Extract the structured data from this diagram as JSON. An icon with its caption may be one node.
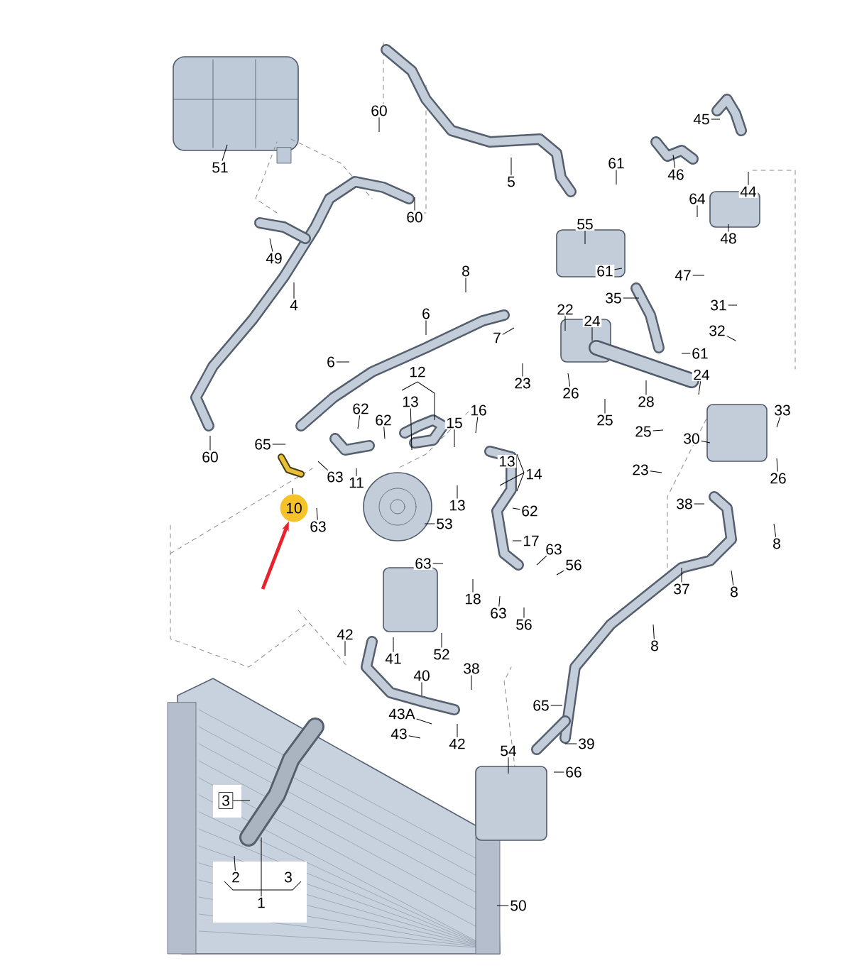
{
  "diagram": {
    "nodes": [
      {
        "text": [
          "51"
        ]
      },
      {
        "text": [
          "60"
        ]
      },
      {
        "text": [
          "60"
        ]
      },
      {
        "text": [
          "49"
        ]
      },
      {
        "text": [
          "4"
        ]
      },
      {
        "text": [
          "5"
        ]
      },
      {
        "text": [
          "61"
        ]
      },
      {
        "text": [
          "45"
        ]
      },
      {
        "text": [
          "46"
        ]
      },
      {
        "text": [
          "44"
        ]
      },
      {
        "text": [
          "55"
        ]
      },
      {
        "text": [
          "64"
        ]
      },
      {
        "text": [
          "48"
        ]
      },
      {
        "text": [
          "61"
        ]
      },
      {
        "text": [
          "47"
        ]
      },
      {
        "text": [
          "35"
        ]
      },
      {
        "text": [
          "31"
        ]
      },
      {
        "text": [
          "32"
        ]
      },
      {
        "text": [
          "8"
        ]
      },
      {
        "text": [
          "6"
        ]
      },
      {
        "text": [
          "7"
        ]
      },
      {
        "text": [
          "22"
        ]
      },
      {
        "text": [
          "24"
        ]
      },
      {
        "text": [
          "61"
        ]
      },
      {
        "text": [
          "6"
        ]
      },
      {
        "text": [
          "23"
        ]
      },
      {
        "text": [
          "26"
        ]
      },
      {
        "text": [
          "28"
        ]
      },
      {
        "text": [
          "24"
        ]
      },
      {
        "text": [
          "25"
        ]
      },
      {
        "text": [
          "25"
        ]
      },
      {
        "text": [
          "33"
        ]
      },
      {
        "text": [
          "30"
        ]
      },
      {
        "text": [
          "26"
        ]
      },
      {
        "text": [
          "23"
        ]
      },
      {
        "text": [
          "38"
        ]
      },
      {
        "text": [
          "8"
        ]
      },
      {
        "text": [
          "37"
        ]
      },
      {
        "text": [
          "8"
        ]
      },
      {
        "text": [
          "8"
        ]
      },
      {
        "text": [
          "60"
        ]
      },
      {
        "text": [
          "65"
        ]
      },
      {
        "text": [
          "62"
        ]
      },
      {
        "text": [
          "13"
        ]
      },
      {
        "text": [
          "62"
        ]
      },
      {
        "text": [
          "15"
        ]
      },
      {
        "text": [
          "16"
        ]
      },
      {
        "text": [
          "11"
        ]
      },
      {
        "text": [
          "63"
        ]
      },
      {
        "text": [
          "10"
        ]
      },
      {
        "text": [
          "63"
        ]
      },
      {
        "text": [
          "13"
        ]
      },
      {
        "text": [
          "53"
        ]
      },
      {
        "text": [
          "62"
        ]
      },
      {
        "text": [
          "17"
        ]
      },
      {
        "text": [
          "63"
        ]
      },
      {
        "text": [
          "56"
        ]
      },
      {
        "text": [
          "63"
        ]
      },
      {
        "text": [
          "18"
        ]
      },
      {
        "text": [
          "63"
        ]
      },
      {
        "text": [
          "56"
        ]
      },
      {
        "text": [
          "52"
        ]
      },
      {
        "text": [
          "42"
        ]
      },
      {
        "text": [
          "41"
        ]
      },
      {
        "text": [
          "40"
        ]
      },
      {
        "text": [
          "38"
        ]
      },
      {
        "text": [
          "43A"
        ]
      },
      {
        "text": [
          "43"
        ]
      },
      {
        "text": [
          "42"
        ]
      },
      {
        "text": [
          "65"
        ]
      },
      {
        "text": [
          "39"
        ]
      },
      {
        "text": [
          "54"
        ]
      },
      {
        "text": [
          "66"
        ]
      },
      {
        "text": [
          "50"
        ]
      },
      {
        "text": [
          "3"
        ]
      },
      {
        "text": [
          "2"
        ]
      }
    ],
    "edges": [
      {
        "from": 0,
        "to": null,
        "arrow": "none"
      },
      {
        "from": 1,
        "to": null,
        "arrow": "none"
      },
      {
        "from": 2,
        "to": null,
        "arrow": "none"
      },
      {
        "from": 3,
        "to": null,
        "arrow": "none"
      },
      {
        "from": 4,
        "to": null,
        "arrow": "none"
      },
      {
        "from": 5,
        "to": null,
        "arrow": "none"
      },
      {
        "from": 6,
        "to": null,
        "arrow": "none"
      },
      {
        "from": 7,
        "to": null,
        "arrow": "none"
      },
      {
        "from": 8,
        "to": null,
        "arrow": "none"
      },
      {
        "from": 9,
        "to": null,
        "arrow": "none"
      },
      {
        "from": 10,
        "to": null,
        "arrow": "none"
      },
      {
        "from": 11,
        "to": null,
        "arrow": "none"
      },
      {
        "from": 12,
        "to": null,
        "arrow": "none"
      },
      {
        "from": 13,
        "to": null,
        "arrow": "none"
      },
      {
        "from": 14,
        "to": null,
        "arrow": "none"
      },
      {
        "from": 15,
        "to": null,
        "arrow": "none"
      },
      {
        "from": 16,
        "to": null,
        "arrow": "none"
      },
      {
        "from": 17,
        "to": null,
        "arrow": "none"
      },
      {
        "from": 18,
        "to": null,
        "arrow": "none"
      },
      {
        "from": 19,
        "to": null,
        "arrow": "none"
      },
      {
        "from": 20,
        "to": null,
        "arrow": "none"
      },
      {
        "from": 21,
        "to": null,
        "arrow": "none"
      },
      {
        "from": 22,
        "to": null,
        "arrow": "none"
      },
      {
        "from": 23,
        "to": null,
        "arrow": "none"
      },
      {
        "from": 24,
        "to": null,
        "arrow": "none"
      },
      {
        "from": 25,
        "to": null,
        "arrow": "none"
      },
      {
        "from": 26,
        "to": null,
        "arrow": "none"
      },
      {
        "from": 27,
        "to": null,
        "arrow": "none"
      },
      {
        "from": 28,
        "to": null,
        "arrow": "none"
      },
      {
        "from": 29,
        "to": null,
        "arrow": "none"
      },
      {
        "from": 30,
        "to": null,
        "arrow": "none"
      },
      {
        "from": 31,
        "to": null,
        "arrow": "none"
      },
      {
        "from": 32,
        "to": null,
        "arrow": "none"
      },
      {
        "from": 33,
        "to": null,
        "arrow": "none"
      },
      {
        "from": 34,
        "to": null,
        "arrow": "none"
      },
      {
        "from": 35,
        "to": null,
        "arrow": "none"
      },
      {
        "from": 36,
        "to": null,
        "arrow": "none"
      },
      {
        "from": 37,
        "to": null,
        "arrow": "none"
      },
      {
        "from": 38,
        "to": null,
        "arrow": "none"
      },
      {
        "from": 39,
        "to": null,
        "arrow": "none"
      },
      {
        "from": 40,
        "to": null,
        "arrow": "none"
      },
      {
        "from": 41,
        "to": null,
        "arrow": "none"
      },
      {
        "from": 42,
        "to": null,
        "arrow": "none"
      },
      {
        "from": 43,
        "to": null,
        "arrow": "none"
      },
      {
        "from": 44,
        "to": null,
        "arrow": "none"
      },
      {
        "from": 45,
        "to": null,
        "arrow": "none"
      },
      {
        "from": 46,
        "to": null,
        "arrow": "none"
      },
      {
        "from": 47,
        "to": null,
        "arrow": "none"
      },
      {
        "from": 48,
        "to": null,
        "arrow": "none"
      },
      {
        "from": 49,
        "to": null,
        "arrow": "none"
      },
      {
        "from": 50,
        "to": null,
        "arrow": "none"
      },
      {
        "from": 51,
        "to": null,
        "arrow": "none"
      },
      {
        "from": 52,
        "to": null,
        "arrow": "none"
      },
      {
        "from": 53,
        "to": null,
        "arrow": "none"
      },
      {
        "from": 54,
        "to": null,
        "arrow": "none"
      },
      {
        "from": 55,
        "to": null,
        "arrow": "none"
      },
      {
        "from": 56,
        "to": null,
        "arrow": "none"
      },
      {
        "from": 57,
        "to": null,
        "arrow": "none"
      },
      {
        "from": 58,
        "to": null,
        "arrow": "none"
      },
      {
        "from": 59,
        "to": null,
        "arrow": "none"
      },
      {
        "from": 60,
        "to": null,
        "arrow": "none"
      },
      {
        "from": 61,
        "to": null,
        "arrow": "none"
      },
      {
        "from": 62,
        "to": null,
        "arrow": "none"
      },
      {
        "from": 63,
        "to": null,
        "arrow": "none"
      },
      {
        "from": 64,
        "to": null,
        "arrow": "none"
      },
      {
        "from": 65,
        "to": null,
        "arrow": "none"
      },
      {
        "from": 66,
        "to": null,
        "arrow": "none"
      },
      {
        "from": 67,
        "to": null,
        "arrow": "none"
      },
      {
        "from": 68,
        "to": null,
        "arrow": "none"
      },
      {
        "from": 69,
        "to": null,
        "arrow": "none"
      },
      {
        "from": 70,
        "to": null,
        "arrow": "none"
      },
      {
        "from": 71,
        "to": null,
        "arrow": "none"
      },
      {
        "from": 72,
        "to": null,
        "arrow": "none"
      },
      {
        "from": 73,
        "to": null,
        "arrow": "none"
      },
      {
        "from": 74,
        "to": null,
        "arrow": "none"
      },
      {
        "from": 75,
        "to": null,
        "arrow": "none"
      },
      {
        "from": null,
        "to": 49,
        "arrow": "to",
        "style": "thick",
        "color": "#e8212b"
      }
    ],
    "labels": [
      "12",
      "13",
      "14",
      "3",
      "1"
    ]
  }
}
